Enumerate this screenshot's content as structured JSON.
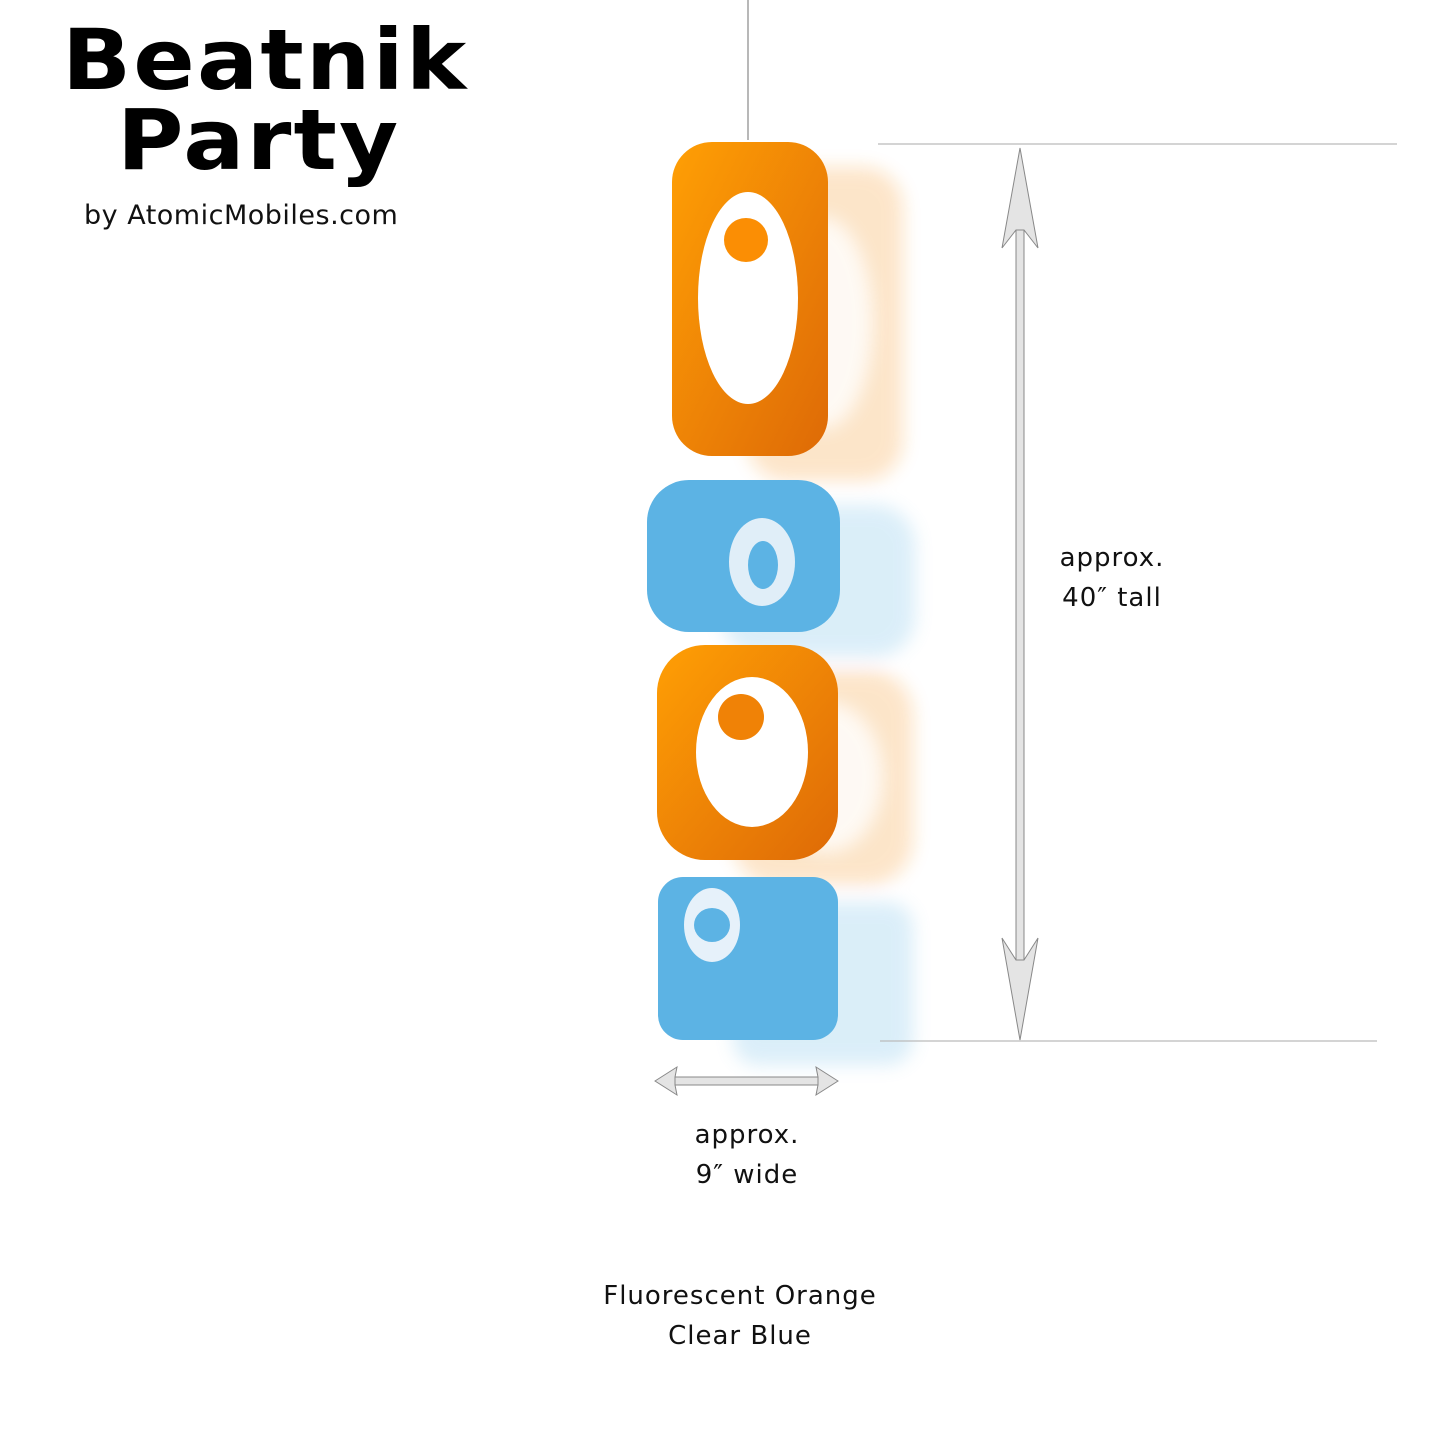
{
  "logo": {
    "line1": "Beatnik",
    "line2": "Party",
    "byline": "by AtomicMobiles.com"
  },
  "height_label": {
    "line1": "approx.",
    "line2": "40″ tall"
  },
  "width_label": {
    "line1": "approx.",
    "line2": "9″ wide"
  },
  "colors_label": {
    "line1": "Fluorescent Orange",
    "line2": "Clear Blue"
  },
  "palette": {
    "orange": "#F68B0A",
    "orange_dark": "#E06A05",
    "blue": "#5CB3E4",
    "line": "#BBBBBB"
  }
}
